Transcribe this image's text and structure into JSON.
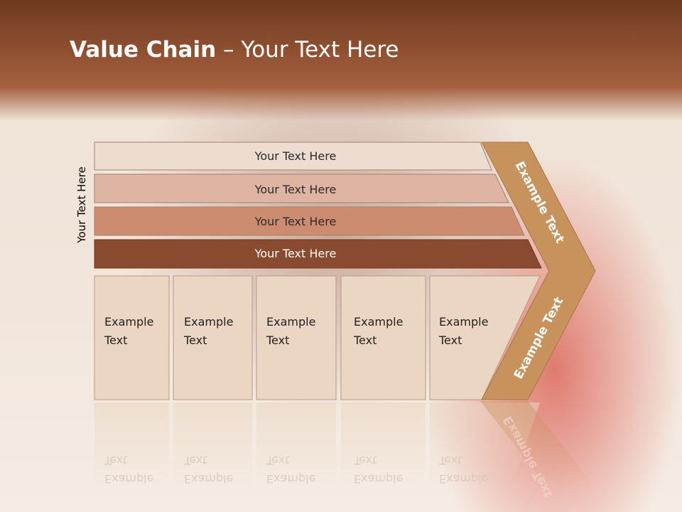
{
  "title": {
    "bold": "Value Chain",
    "rest": " – Your Text Here"
  },
  "side_label": "Your Text Here",
  "bars": [
    {
      "label": "Your Text Here",
      "color": "#efdcd1"
    },
    {
      "label": "Your Text Here",
      "color": "#dfb4a2"
    },
    {
      "label": "Your Text Here",
      "color": "#cd8b70"
    },
    {
      "label": "Your Text Here",
      "color": "#8a4a30"
    }
  ],
  "boxes": [
    {
      "label": "Example\nText"
    },
    {
      "label": "Example\nText"
    },
    {
      "label": "Example\nText"
    },
    {
      "label": "Example\nText"
    },
    {
      "label": "Example\nText"
    }
  ],
  "chevron": {
    "top_label": "Example Text",
    "bottom_label": "Example Text",
    "color": "#c8925d"
  },
  "colors": {
    "header": "#8e4f30",
    "box_fill": "#ead6c2",
    "box_stroke": "#b59a86"
  }
}
